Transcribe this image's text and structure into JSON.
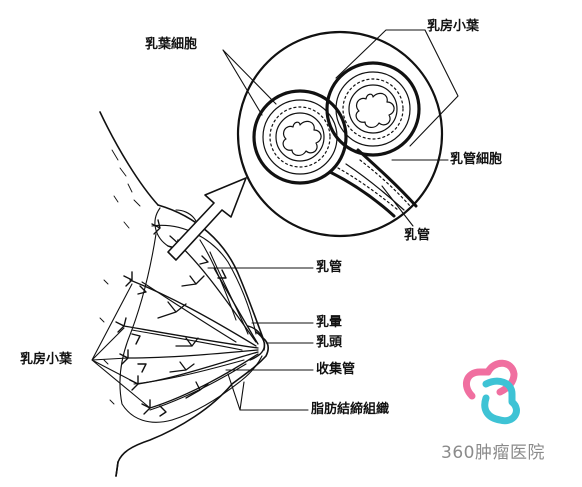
{
  "labels": {
    "alveolar_cells": "乳葉細胞",
    "lobule_top": "乳房小葉",
    "duct_cells": "乳管細胞",
    "duct_inset": "乳管",
    "duct_main": "乳管",
    "areola": "乳暈",
    "nipple": "乳頭",
    "collecting_duct": "收集管",
    "fat_tissue": "脂肪結締組織",
    "lobule_left": "乳房小葉"
  },
  "watermark": {
    "text": "360肿瘤医院",
    "colors": {
      "pink": "#f06fa0",
      "teal": "#3ec3d5",
      "text": "#8b8b8b"
    }
  }
}
